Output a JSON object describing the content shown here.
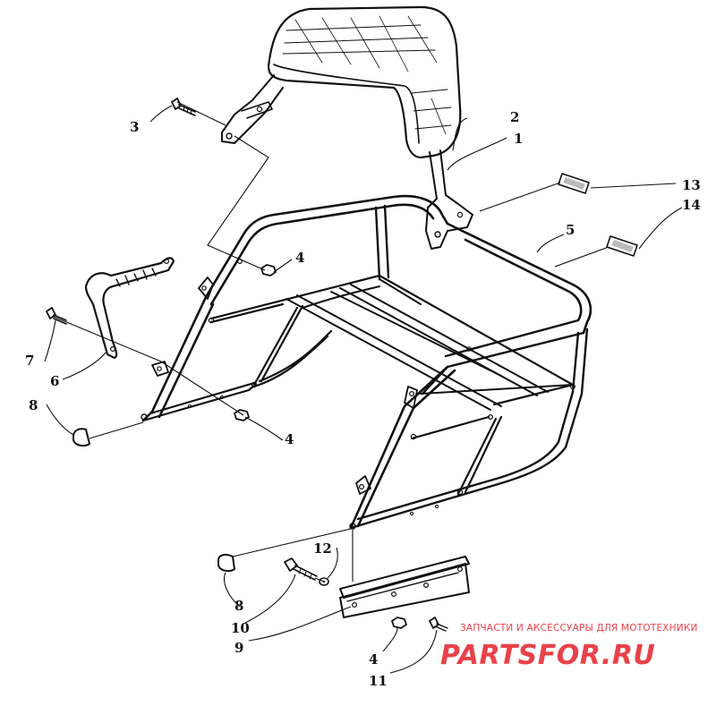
{
  "callouts": {
    "c1": "1",
    "c2": "2",
    "c3": "3",
    "c4a": "4",
    "c4b": "4",
    "c4c": "4",
    "c5": "5",
    "c6": "6",
    "c7": "7",
    "c8a": "8",
    "c8b": "8",
    "c9": "9",
    "c10": "10",
    "c11": "11",
    "c12": "12",
    "c13": "13",
    "c14": "14"
  },
  "watermark": {
    "tagline": "ЗАПЧАСТИ И АКСЕССУАРЫ ДЛЯ МОТОТЕХНИКИ",
    "brand": "PARTSFOR.RU",
    "color": "#e8424a"
  },
  "colors": {
    "ink": "#111111",
    "background": "#ffffff"
  }
}
